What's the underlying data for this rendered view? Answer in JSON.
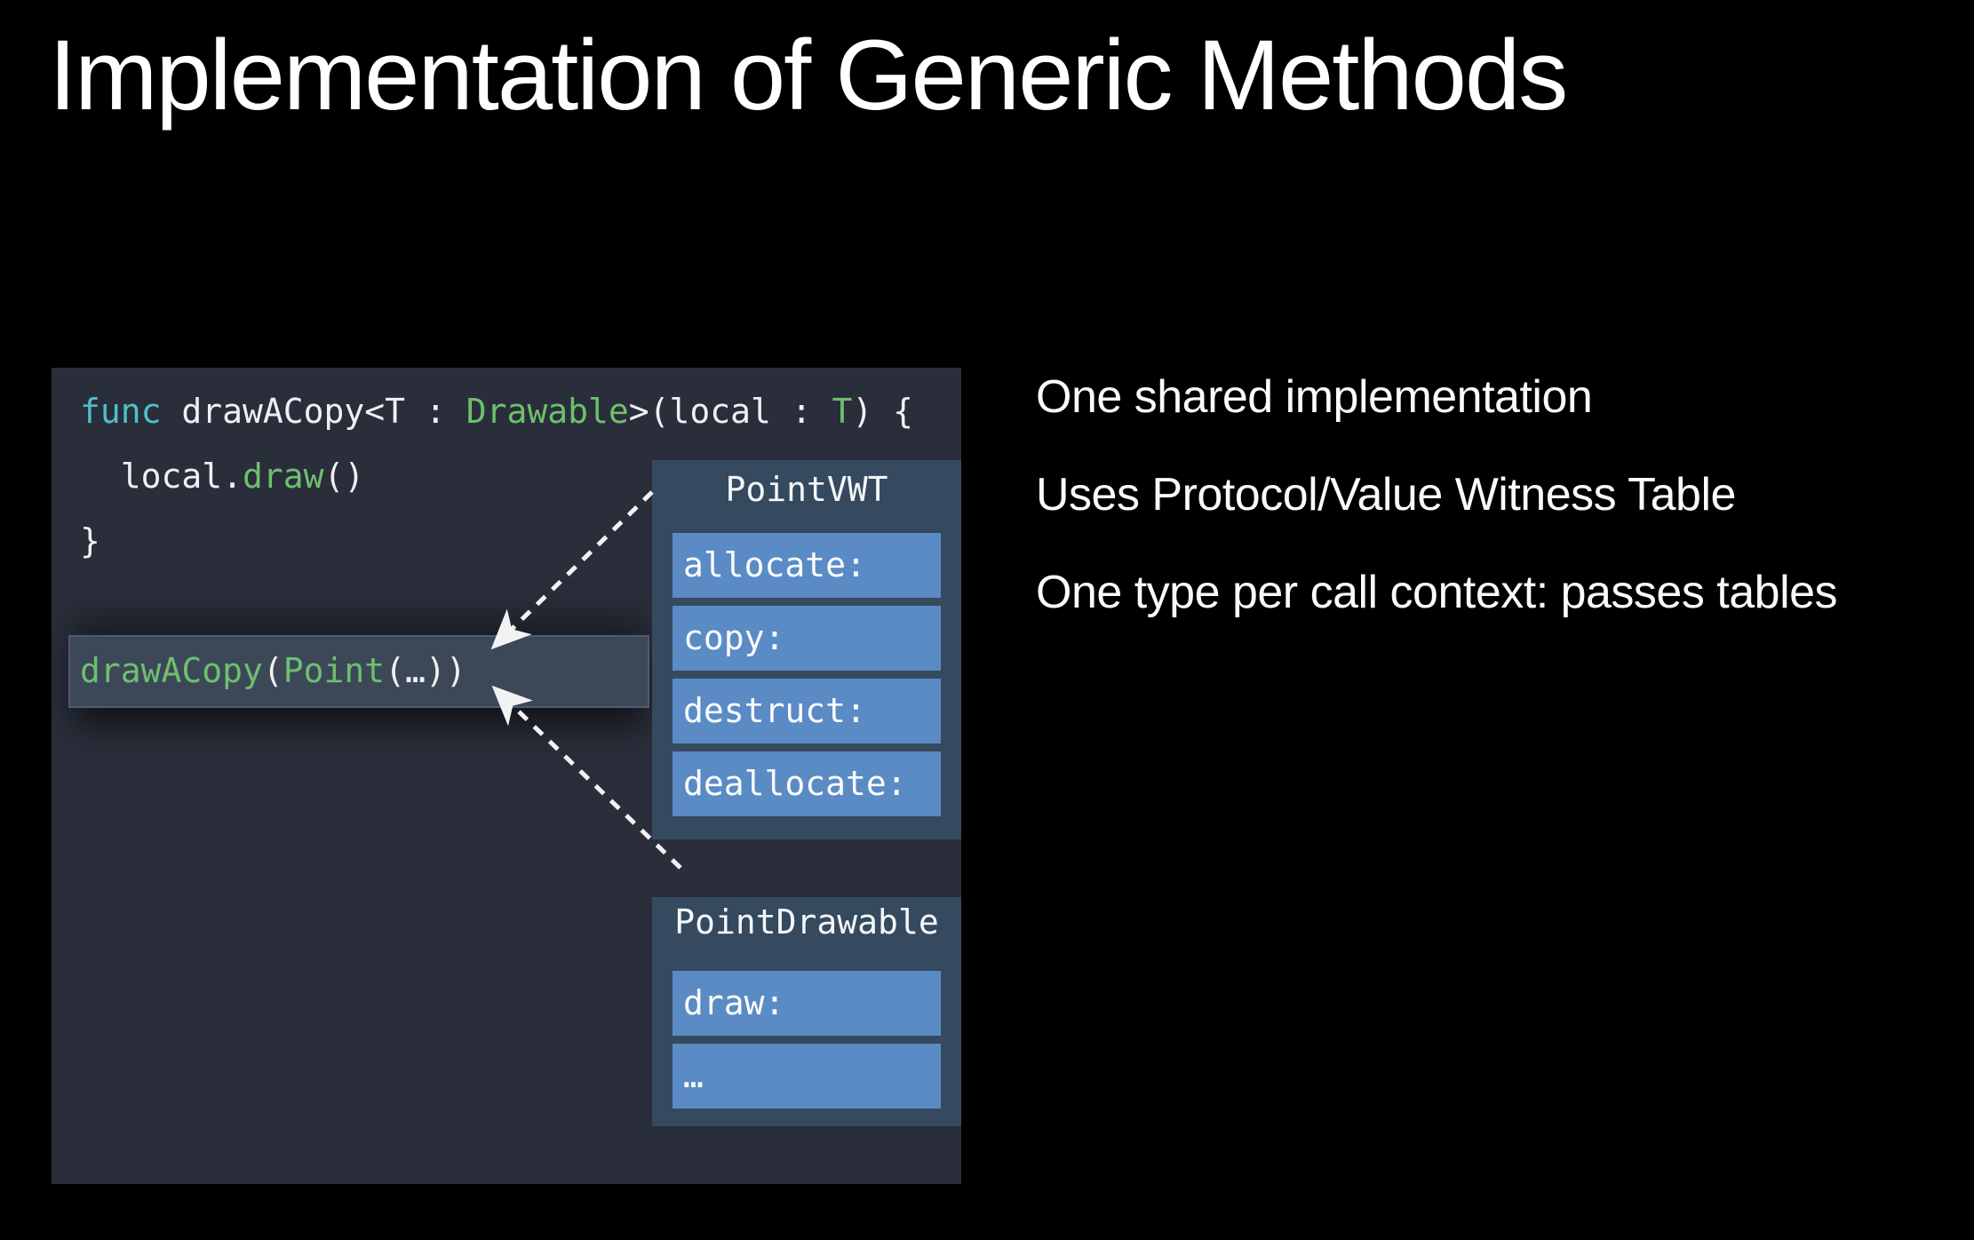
{
  "title": "Implementation of Generic Methods",
  "bullets": [
    "One shared implementation",
    "Uses Protocol/Value Witness Table",
    "One type per call context: passes tables"
  ],
  "code": {
    "line1": {
      "kw": "func",
      "n1": " drawACopy<T : ",
      "t1": "Drawable",
      "n2": ">(local : ",
      "t2": "T",
      "n3": ") {"
    },
    "line2": {
      "n1": "  local.",
      "t1": "draw",
      "n2": "()"
    },
    "line3": {
      "n1": "}"
    },
    "call": {
      "t1": "drawACopy",
      "n1": "(",
      "t2": "Point",
      "n2": "(…))"
    }
  },
  "vwt": {
    "title": "PointVWT",
    "rows": [
      "allocate:",
      "copy:",
      "destruct:",
      "deallocate:"
    ]
  },
  "drawable": {
    "title": "PointDrawable",
    "rows": [
      "draw:",
      "…"
    ]
  },
  "colors": {
    "background": "#000000",
    "panel_bg": "#292e3a",
    "highlight_bg": "#3c4858",
    "highlight_border": "#4e5c70",
    "table_bg": "#35495f",
    "row_blue": "#5b8bc5",
    "keyword_teal": "#4dbfc9",
    "type_green": "#6fbf6e",
    "text_white": "#f2f4f6"
  }
}
